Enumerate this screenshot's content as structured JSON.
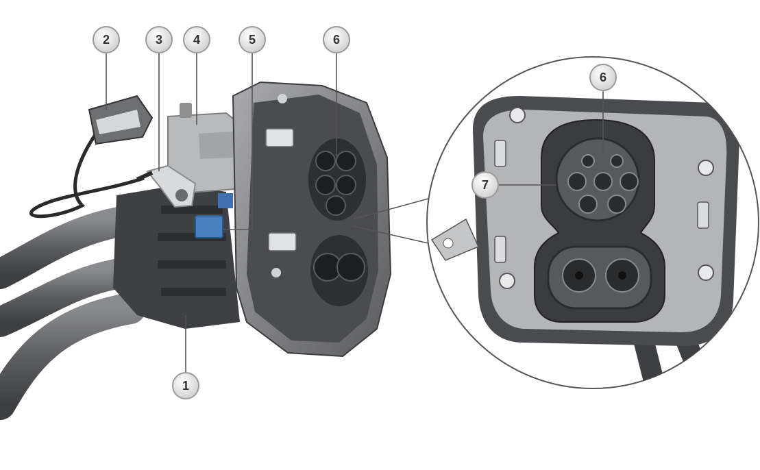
{
  "callouts": [
    {
      "id": "callout-1",
      "label": "1"
    },
    {
      "id": "callout-2",
      "label": "2"
    },
    {
      "id": "callout-3",
      "label": "3"
    },
    {
      "id": "callout-4",
      "label": "4"
    },
    {
      "id": "callout-5",
      "label": "5"
    },
    {
      "id": "callout-6-left",
      "label": "6"
    },
    {
      "id": "callout-6-detail",
      "label": "6"
    },
    {
      "id": "callout-7",
      "label": "7"
    }
  ],
  "colors": {
    "background": "#ffffff",
    "housing_dark": "#4a4b4e",
    "housing_mid": "#8c8d90",
    "housing_light": "#c9cacc",
    "cable": "#6b6c6f",
    "connector_blue": "#4a7fbf",
    "callout_fill": "#eeeeee",
    "callout_stroke": "#9a9a9a",
    "leader_line": "#555555"
  }
}
